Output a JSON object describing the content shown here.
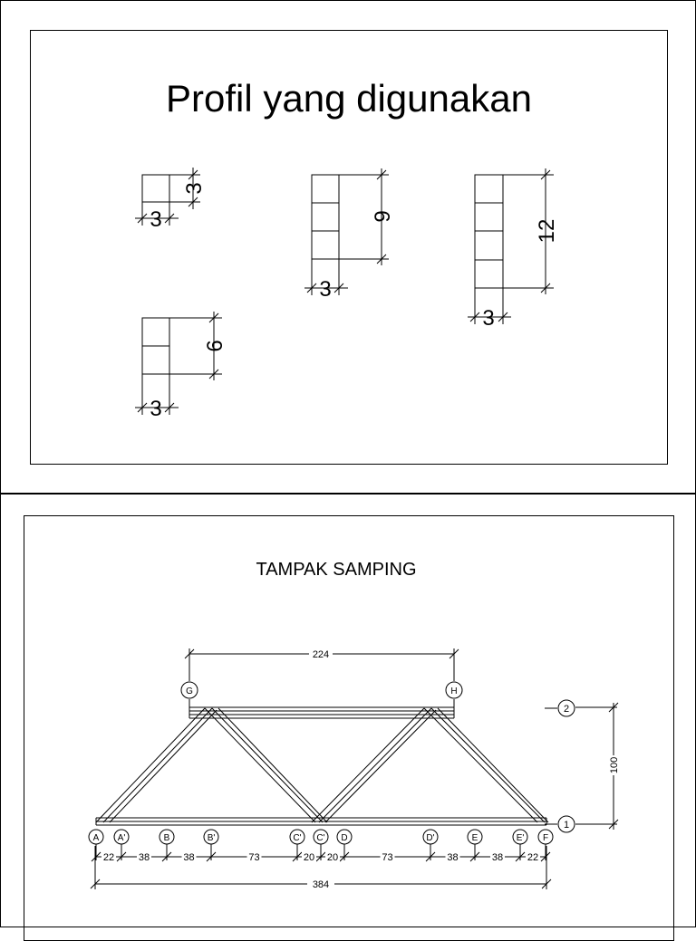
{
  "sheet1": {
    "title": "Profil yang digunakan",
    "profiles": [
      {
        "id": "p1",
        "width_label": "3",
        "height_label": "3"
      },
      {
        "id": "p2",
        "width_label": "3",
        "height_label": "9"
      },
      {
        "id": "p3",
        "width_label": "3",
        "height_label": "12"
      },
      {
        "id": "p4",
        "width_label": "3",
        "height_label": "6"
      }
    ]
  },
  "sheet2": {
    "title": "TAMPAK SAMPING",
    "top_span": "224",
    "total_span": "384",
    "height_dim": "100",
    "level_labels": [
      "1",
      "2"
    ],
    "grid_bottom": [
      "A",
      "A'",
      "B",
      "B'",
      "C'",
      "C'",
      "D",
      "D'",
      "E",
      "E'",
      "F"
    ],
    "grid_top": [
      "G",
      "H"
    ],
    "segments": [
      "22",
      "38",
      "38",
      "73",
      "20",
      "20",
      "73",
      "38",
      "38",
      "22"
    ]
  }
}
